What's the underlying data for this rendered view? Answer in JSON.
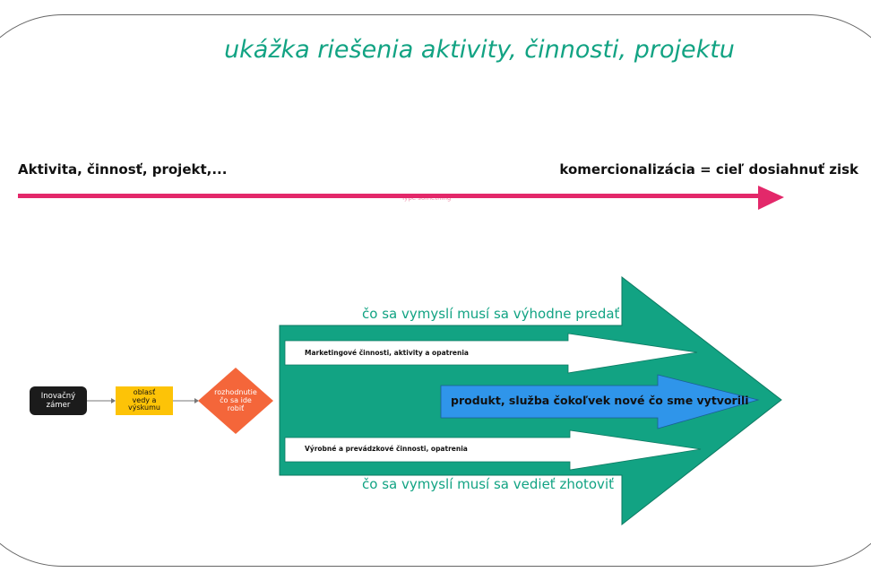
{
  "title": "ukážka riešenia aktivity, činnosti, projektu",
  "timeline": {
    "start_label": "Aktivita, činnosť, projekt,...",
    "end_label": "komercionalizácia = cieľ dosiahnuť zisk",
    "hint_text": "Type something",
    "color": "#e3286a"
  },
  "flow": {
    "step1": "Inovačný zámer",
    "step2_line1": "oblasť",
    "step2_line2": "vedy a výskumu",
    "decision_line1": "rozhodnutie",
    "decision_line2": "čo sa ide",
    "decision_line3": "robiť"
  },
  "big_arrow": {
    "top_caption": "čo sa vymyslí musí sa výhodne predať",
    "bottom_caption": "čo sa vymyslí musí sa vedieť zhotoviť",
    "marketing_label": "Marketingové činnosti, aktivity a opatrenia",
    "product_label": "produkt, služba čokoľvek nové čo sme vytvorili",
    "production_label": "Výrobné a prevádzkové činnosti, opatrenia"
  },
  "colors": {
    "teal": "#12a383",
    "blue": "#2f95ea",
    "orange": "#f4663a",
    "yellow": "#fdc307",
    "black": "#1b1b1b"
  }
}
